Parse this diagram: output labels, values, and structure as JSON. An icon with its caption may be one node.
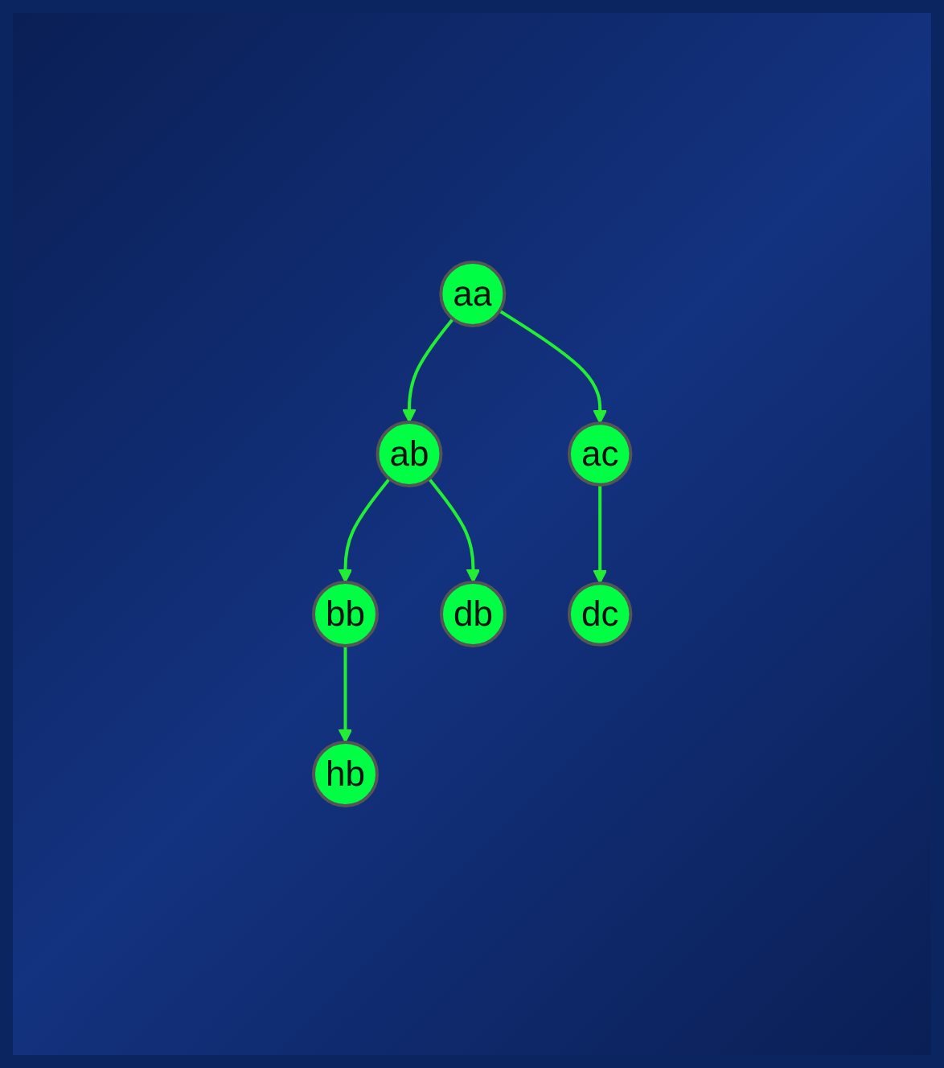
{
  "diagram": {
    "nodes": [
      {
        "text": [
          "aa"
        ]
      },
      {
        "text": [
          "ab"
        ]
      },
      {
        "text": [
          "ac"
        ]
      },
      {
        "text": [
          "bb"
        ]
      },
      {
        "text": [
          "db"
        ]
      },
      {
        "text": [
          "dc"
        ]
      },
      {
        "text": [
          "hb"
        ]
      }
    ],
    "edges": [
      {
        "from": 0,
        "to": 1,
        "arrow": "to"
      },
      {
        "from": 0,
        "to": 2,
        "arrow": "to"
      },
      {
        "from": 1,
        "to": 3,
        "arrow": "to"
      },
      {
        "from": 1,
        "to": 4,
        "arrow": "to"
      },
      {
        "from": 2,
        "to": 5,
        "arrow": "to"
      },
      {
        "from": 3,
        "to": 6,
        "arrow": "to"
      }
    ]
  }
}
